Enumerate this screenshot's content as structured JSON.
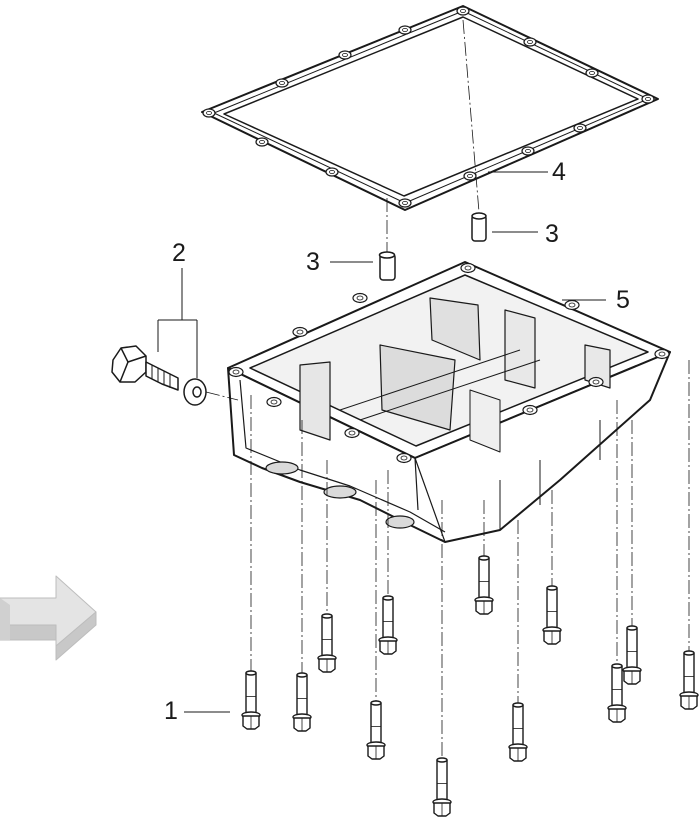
{
  "callouts": [
    {
      "id": "c1",
      "text": "1"
    },
    {
      "id": "c2",
      "text": "2"
    },
    {
      "id": "c3a",
      "text": "3"
    },
    {
      "id": "c3b",
      "text": "3"
    },
    {
      "id": "c4",
      "text": "4"
    },
    {
      "id": "c5",
      "text": "5"
    }
  ],
  "parts": [
    "bolt",
    "drain-plug",
    "washer",
    "dowel-pin",
    "gasket",
    "oil-pan"
  ],
  "colors": {
    "line": "#1a1a1a",
    "part_fill": "#ffffff",
    "shade": "#d9d9d9",
    "arrow_light": "#e4e4e4",
    "arrow_mid": "#c8c8c8",
    "arrow_dark": "#9a9a9a"
  },
  "icons": {
    "orientation_arrow": "direction-arrow-icon"
  }
}
